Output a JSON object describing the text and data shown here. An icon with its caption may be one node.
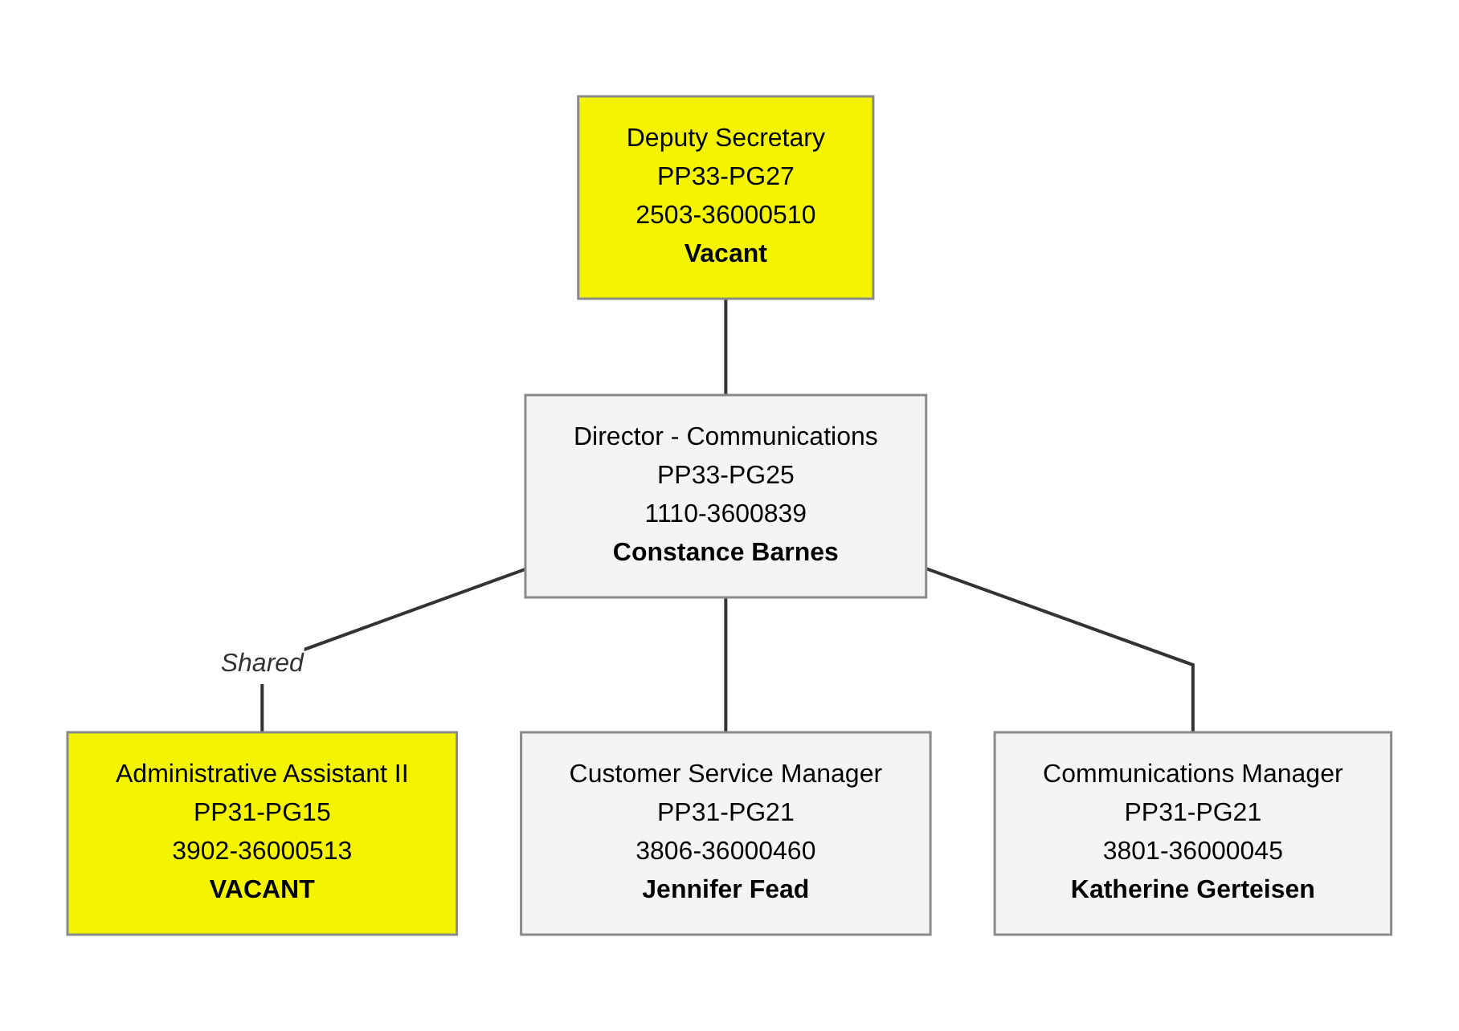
{
  "diagram": {
    "nodes": [
      {
        "text": [
          "Deputy Secretary",
          "PP33-PG27",
          "2503-36000510",
          "Vacant"
        ]
      },
      {
        "text": [
          "Director - Communications",
          "PP33-PG25",
          "1110-3600839",
          "Constance Barnes"
        ]
      },
      {
        "text": [
          "Administrative Assistant II",
          "PP31-PG15",
          "3902-36000513",
          "VACANT"
        ]
      },
      {
        "text": [
          "Customer Service Manager",
          "PP31-PG21",
          "3806-36000460",
          "Jennifer Fead"
        ]
      },
      {
        "text": [
          "Communications Manager",
          "PP31-PG21",
          "3801-36000045",
          "Katherine Gerteisen"
        ]
      }
    ],
    "edges": [
      {
        "from": 0,
        "to": 1,
        "arrow": "none"
      },
      {
        "from": 1,
        "to": 2,
        "arrow": "none",
        "label": "Shared"
      },
      {
        "from": 1,
        "to": 3,
        "arrow": "none"
      },
      {
        "from": 1,
        "to": 4,
        "arrow": "none"
      }
    ]
  }
}
